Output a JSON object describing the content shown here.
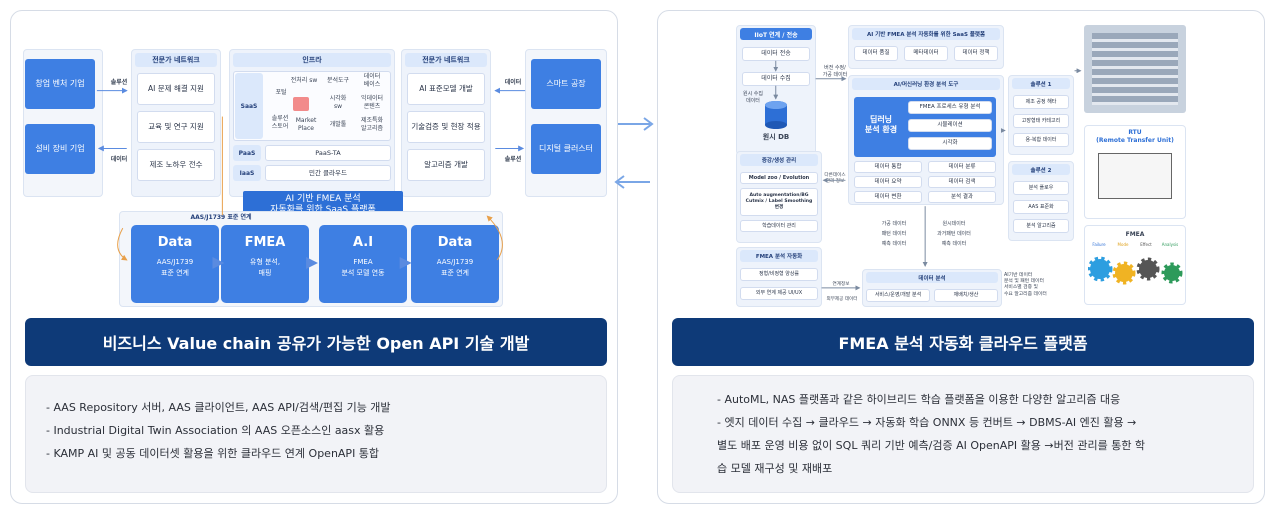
{
  "left": {
    "left_top": "창업 벤처 기업",
    "left_bottom": "설비 장비 기업",
    "lbl_solution": "솔루션",
    "lbl_data": "데이터",
    "expert_title": "전문가 네트워크",
    "expert_items": [
      "AI 문제 해결 지원",
      "교육 및 연구 지원",
      "제조 노하우 전수"
    ],
    "infra_title": "인프라",
    "saas": "SaaS",
    "portal": "포털",
    "preproc": "전처리 sw",
    "analysis_tool": "분석도구",
    "data_base": "데이터\n베이스",
    "solution_store": "솔루션\n스토어",
    "market_place": "Market\nPlace",
    "visual_sw": "시각화\nsw",
    "learning_content": "익데이터\n콘텐츠",
    "developer": "개발툴",
    "mfg_algo": "제조특화\n알고리즘",
    "paas": "PaaS",
    "paas_ta": "PaaS-TA",
    "iaas": "IaaS",
    "private_cloud": "민간 클라우드",
    "expert2_title": "전문가 네트워크",
    "expert2_items": [
      "AI 표준모델 개발",
      "기술검증 및 현장 적용",
      "알고리즘 개발"
    ],
    "right_top": "스마트 공장",
    "right_bottom": "디지털 클러스터",
    "lbl_data2": "데이터",
    "lbl_solution2": "솔루션",
    "platform_label": "AI 기반 FMEA 분석\n자동화를 위한 SaaS 플랫폼",
    "aas_title": "AAS/J1739 표준 연계",
    "chain": [
      {
        "big": "Data",
        "sm": "AAS/J1739\n표준 연계"
      },
      {
        "big": "FMEA",
        "sm": "유형 분석,\n매핑"
      },
      {
        "big": "A.I",
        "sm": "FMEA\n분석 모델 연동"
      },
      {
        "big": "Data",
        "sm": "AAS/J1739\n표준 연계"
      }
    ],
    "title": "비즈니스 Value chain 공유가 가능한 Open API 기술 개발",
    "desc": [
      "- AAS Repository 서버, AAS 클라이언트,  AAS API/검색/편집 기능 개발",
      "- Industrial Digital Twin Association 의 AAS 오픈소스인 aasx 활용",
      "- KAMP AI 및 공동 데이터셋 활용을 위한 클라우드 연계 OpenAPI 통합"
    ]
  },
  "right": {
    "iiot_title": "IIoT 연계 / 전송",
    "data_send": "데이터 전송",
    "data_collect": "데이터 수집",
    "raw_collect": "원시 수집\n데이터",
    "raw_db": "원시 DB",
    "version_mgmt": "버전 수정/\n가공 데이터",
    "saas_title": "AI 기반 FMEA 분석 자동화를 위한 SaaS 플랫폼",
    "saas_items": [
      "데이터 품질",
      "메타데이터",
      "데이터 정책"
    ],
    "ml_title": "AI/머신러닝 환경 분석 도구",
    "dl_env": "딥러닝\n분석 환경",
    "dl_items": [
      "FMEA 프로세스 유형 분석",
      "시뮬레이션",
      "시각화"
    ],
    "data_grid": [
      "데이터 통합",
      "데이터 분류",
      "데이터 요약",
      "데이터 검색",
      "데이터 변환",
      "분석 결과"
    ],
    "aug_title": "증강/생성 관리",
    "model_zoo": "Model zoo / Evolution",
    "auto_aug": "Auto augmentation/BG\nCutmix / Label Smoothing\n변경",
    "train_mgmt": "학습데이터 관리",
    "db_info": "다른데이스\n관리 정보",
    "mid_left": "가공 데이터\n패턴 데이터\n예측 데이터",
    "mid_right": "원시데이터\n과거패턴 데이터\n예측 데이터",
    "fmea_auto_title": "FMEA 분석 자동화",
    "fmea_auto_items": [
      "정형/비정형 양상률",
      "외부 연계 제공 UI/UX"
    ],
    "link_info": "연계정보",
    "ext_data": "외부제공 데이터",
    "data_analysis_title": "데이터 분석",
    "data_analysis_items": [
      "서비스/운영/개발 분석",
      "재배치/생산"
    ],
    "ai_note": "AI기반 데이터\n분석 및 패턴 데이터\n서비스별 검증 및\n수요 알고리즘 데이터",
    "sol1_title": "솔루션 1",
    "sol1_items": [
      "제조 공정 해타",
      "고장형태 카테고리",
      "용-복합 데이터"
    ],
    "sol2_title": "솔루션 2",
    "sol2_items": [
      "분석 플로우",
      "AAS 표준화",
      "분석 알고리즘"
    ],
    "rtu_title": "RTU\n(Remote Transfer Unit)",
    "fmea_img_title": "FMEA",
    "fmea_gear_labels": [
      "Failure",
      "Mode",
      "Effect",
      "Analysis"
    ],
    "title": "FMEA 분석 자동화 클라우드 플랫폼",
    "desc": [
      "- AutoML, NAS 플랫폼과 같은 하이브리드 학습 플랫폼을 이용한 다양한 알고리즘 대응",
      "- 엣지 데이터 수집 → 클라우드 → 자동화 학습 ONNX 등 컨버트 → DBMS-AI 엔진 활용 →",
      "별도 배포 운영 비용 없이 SQL 쿼리 기반 예측/검증 AI OpenAPI 활용 →버전 관리를 통한 학",
      "습 모델 재구성 및 재배포"
    ]
  },
  "colors": {
    "accent": "#3e7fe3",
    "navy": "#0e3a78",
    "light": "#dbe8fb"
  }
}
